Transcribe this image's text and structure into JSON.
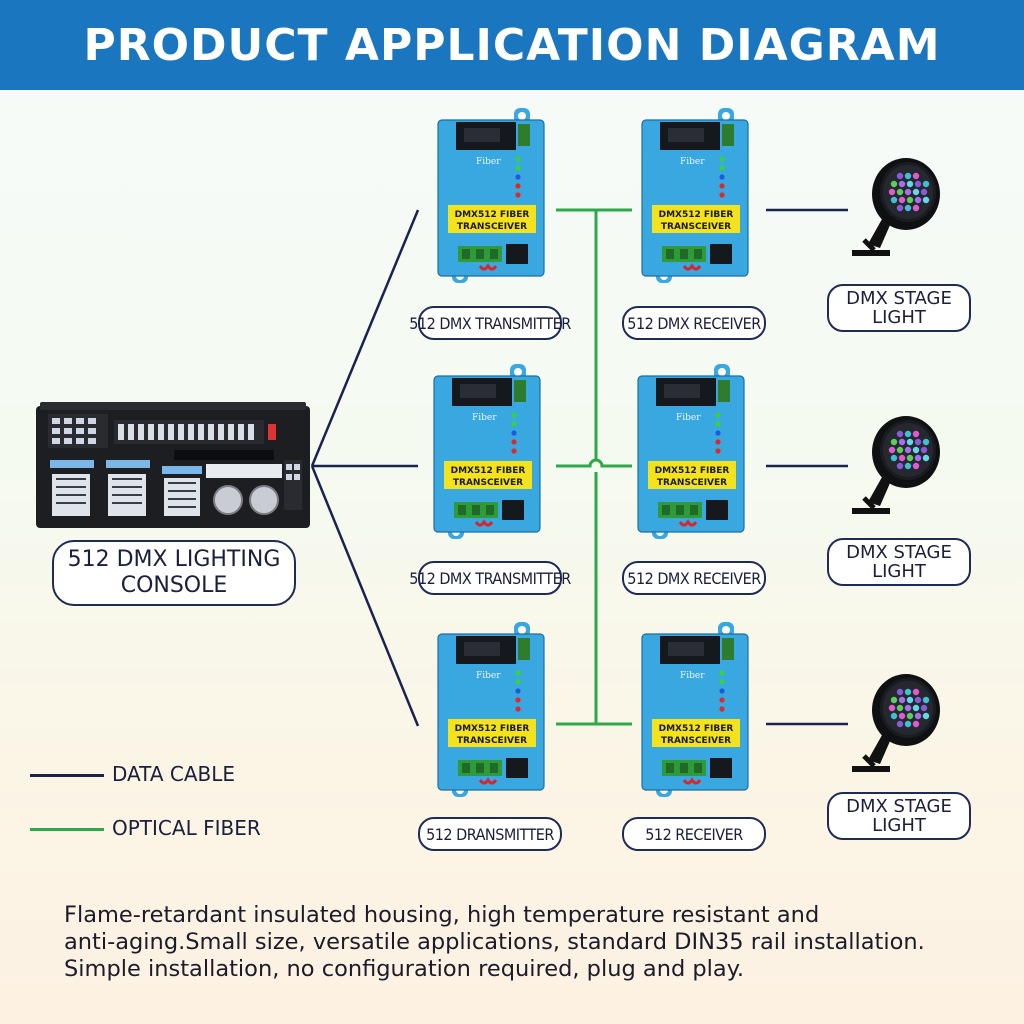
{
  "header": {
    "title": "PRODUCT APPLICATION DIAGRAM"
  },
  "console": {
    "label_line1": "512 DMX LIGHTING",
    "label_line2": "CONSOLE"
  },
  "device_panel_text": {
    "brand": "Fiber",
    "line1": "DMX512 FIBER",
    "line2": "TRANSCEIVER"
  },
  "rows": [
    {
      "left_label": "512 DMX TRANSMITTER",
      "right_label": "512 DMX RECEIVER",
      "light_line1": "DMX STAGE",
      "light_line2": "LIGHT"
    },
    {
      "left_label": "512 DMX TRANSMITTER",
      "right_label": "512 DMX RECEIVER",
      "light_line1": "DMX STAGE",
      "light_line2": "LIGHT"
    },
    {
      "left_label": "512 DRANSMITTER",
      "right_label": "512 RECEIVER",
      "light_line1": "DMX STAGE",
      "light_line2": "LIGHT"
    }
  ],
  "legend": [
    {
      "label": "DATA CABLE",
      "color": "#1b2250"
    },
    {
      "label": "OPTICAL FIBER",
      "color": "#2fa84a"
    }
  ],
  "footer": {
    "line1": "Flame-retardant insulated housing, high temperature resistant and",
    "line2": "anti-aging.Small size, versatile applications, standard DIN35 rail installation.",
    "line3": "Simple installation, no configuration required, plug and play."
  },
  "colors": {
    "header_bg": "#1b76c0",
    "device_body": "#3aa8e0",
    "panel_yellow": "#f3e21c",
    "data_cable": "#1b2250",
    "optical_fiber": "#2fa84a"
  }
}
